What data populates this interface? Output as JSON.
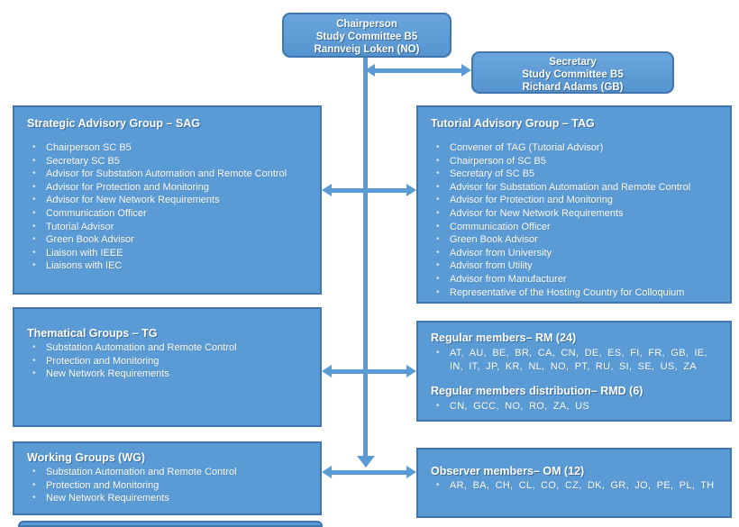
{
  "colors": {
    "box_fill": "#5b9bd5",
    "box_border": "#4076ab",
    "arrow": "#5b9bd5",
    "title_text": "#ffffff",
    "body_text": "#ffffff",
    "bullet": "#d2e4f6",
    "background": "#ffffff"
  },
  "chairperson_box": {
    "lines": [
      "Chairperson",
      "Study Committee B5",
      "Rannveig Loken (NO)"
    ]
  },
  "secretary_box": {
    "lines": [
      "Secretary",
      "Study Committee B5",
      "Richard Adams (GB)"
    ]
  },
  "sag": {
    "title": "Strategic Advisory Group – SAG",
    "items": [
      "Chairperson SC B5",
      "Secretary SC B5",
      "Advisor for Substation Automation and Remote Control",
      "Advisor for Protection and Monitoring",
      "Advisor for New Network Requirements",
      "Communication Officer",
      "Tutorial Advisor",
      "Green Book Advisor",
      "Liaison with IEEE",
      "Liaisons with IEC"
    ]
  },
  "tag": {
    "title": "Tutorial Advisory Group – TAG",
    "items": [
      "Convener of TAG (Tutorial Advisor)",
      "Chairperson of SC B5",
      "Secretary of SC B5",
      "Advisor for Substation Automation and Remote Control",
      "Advisor for Protection and Monitoring",
      "Advisor for New Network Requirements",
      "Communication Officer",
      "Green Book Advisor",
      "Advisor from University",
      "Advisor from Utility",
      "Advisor from Manufacturer",
      "Representative of the Hosting Country for Colloquium"
    ]
  },
  "tg": {
    "title": "Thematical Groups – TG",
    "items": [
      "Substation Automation and Remote Control",
      "Protection and Monitoring",
      "New Network Requirements"
    ]
  },
  "rm": {
    "sections": [
      {
        "title": "Regular members– RM (24)",
        "items": [
          "AT, AU, BE, BR, CA, CN, DE, ES, FI, FR, GB, IE, IN, IT, JP, KR, NL, NO, PT, RU, SI, SE, US, ZA"
        ]
      },
      {
        "title": "Regular members distribution– RMD (6)",
        "items": [
          "CN, GCC, NO, RO, ZA, US"
        ]
      }
    ]
  },
  "wg": {
    "title": "Working Groups (WG)",
    "items": [
      "Substation Automation and Remote Control",
      "Protection and Monitoring",
      "New Network Requirements"
    ]
  },
  "om": {
    "title": "Observer members– OM (12)",
    "items": [
      "AR, BA, CH, CL, CO, CZ, DK, GR, JO, PE, PL, TH"
    ]
  }
}
